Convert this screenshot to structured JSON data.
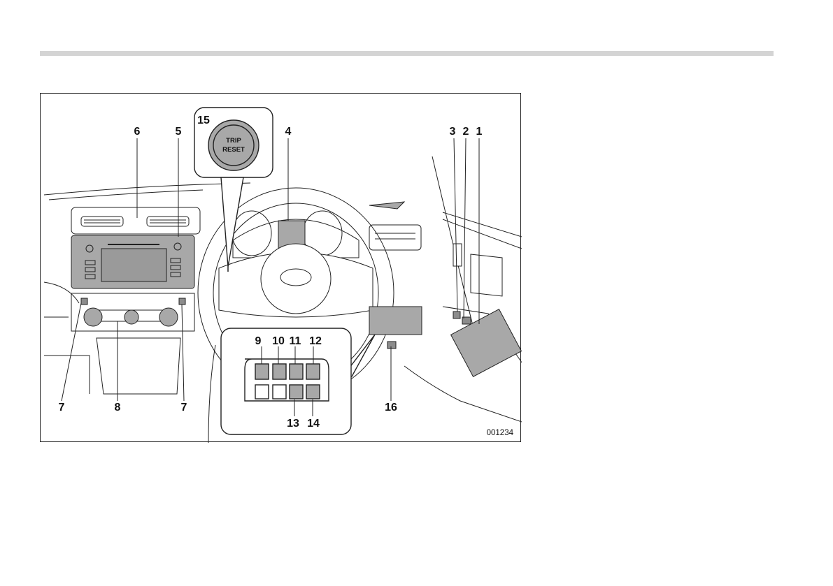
{
  "figure_code": "001234",
  "trip_reset_button": {
    "line1": "TRIP",
    "line2": "RESET"
  },
  "callouts": {
    "c1": "1",
    "c2": "2",
    "c3": "3",
    "c4": "4",
    "c5": "5",
    "c6": "6",
    "c7a": "7",
    "c7b": "7",
    "c8": "8",
    "c9": "9",
    "c10": "10",
    "c11": "11",
    "c12": "12",
    "c13": "13",
    "c14": "14",
    "c15": "15",
    "c16": "16"
  },
  "colors": {
    "line": "#222222",
    "fill_gray": "#a8a8a8",
    "fill_dark": "#8c8c8c",
    "rule": "#d4d4d4"
  }
}
